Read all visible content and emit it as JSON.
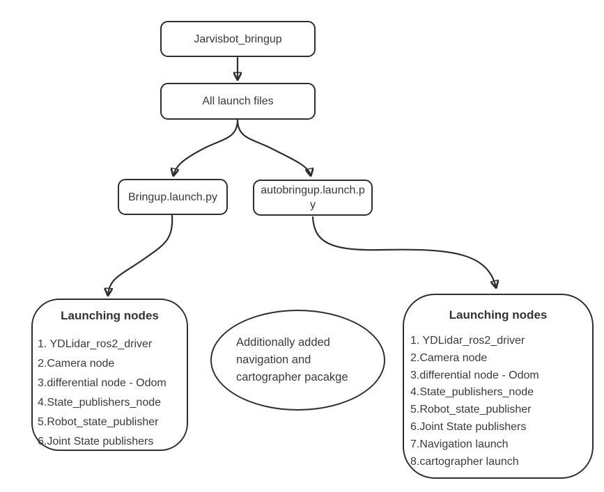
{
  "diagram": {
    "colors": {
      "stroke": "#2e2e2e",
      "text": "#3a3a3a",
      "background": "#ffffff"
    },
    "nodes": {
      "root": {
        "label": "Jarvisbot_bringup"
      },
      "launch_files": {
        "label": "All launch files"
      },
      "bringup": {
        "label": "Bringup.launch.py"
      },
      "autobringup": {
        "label": "autobringup.launch.py"
      },
      "left_nodes": {
        "title": "Launching nodes",
        "items": [
          "1. YDLidar_ros2_driver",
          "2.Camera node",
          "3.differential node - Odom",
          "4.State_publishers_node",
          "5.Robot_state_publisher",
          "6.Joint State publishers"
        ]
      },
      "right_nodes": {
        "title": "Launching nodes",
        "items": [
          "1. YDLidar_ros2_driver",
          "2.Camera node",
          "3.differential node - Odom",
          "4.State_publishers_node",
          "5.Robot_state_publisher",
          "6.Joint State publishers",
          "7.Navigation launch",
          "8.cartographer launch"
        ]
      },
      "note": {
        "text": "Additionally added navigation and cartographer pacakge"
      }
    },
    "edges": [
      {
        "from": "root",
        "to": "launch_files"
      },
      {
        "from": "launch_files",
        "to": "bringup"
      },
      {
        "from": "launch_files",
        "to": "autobringup"
      },
      {
        "from": "bringup",
        "to": "left_nodes"
      },
      {
        "from": "autobringup",
        "to": "right_nodes"
      }
    ]
  }
}
